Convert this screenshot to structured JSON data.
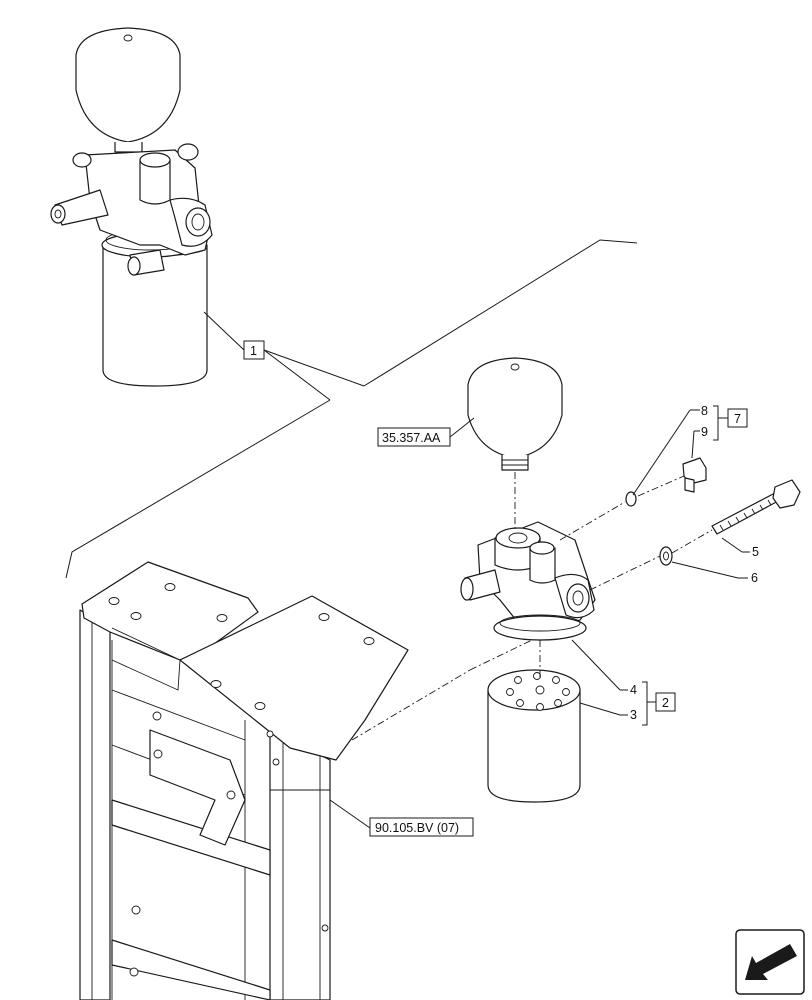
{
  "callouts": {
    "assembly_1": "1",
    "kit_7": "7",
    "kit_2": "2"
  },
  "items": {
    "i8": "8",
    "i9": "9",
    "i5": "5",
    "i6": "6",
    "i4": "4",
    "i3": "3"
  },
  "references": {
    "ref_accumulator": "35.357.AA",
    "ref_frame": "90.105.BV (07)"
  },
  "nav": {
    "icon": "arrow-icon"
  }
}
